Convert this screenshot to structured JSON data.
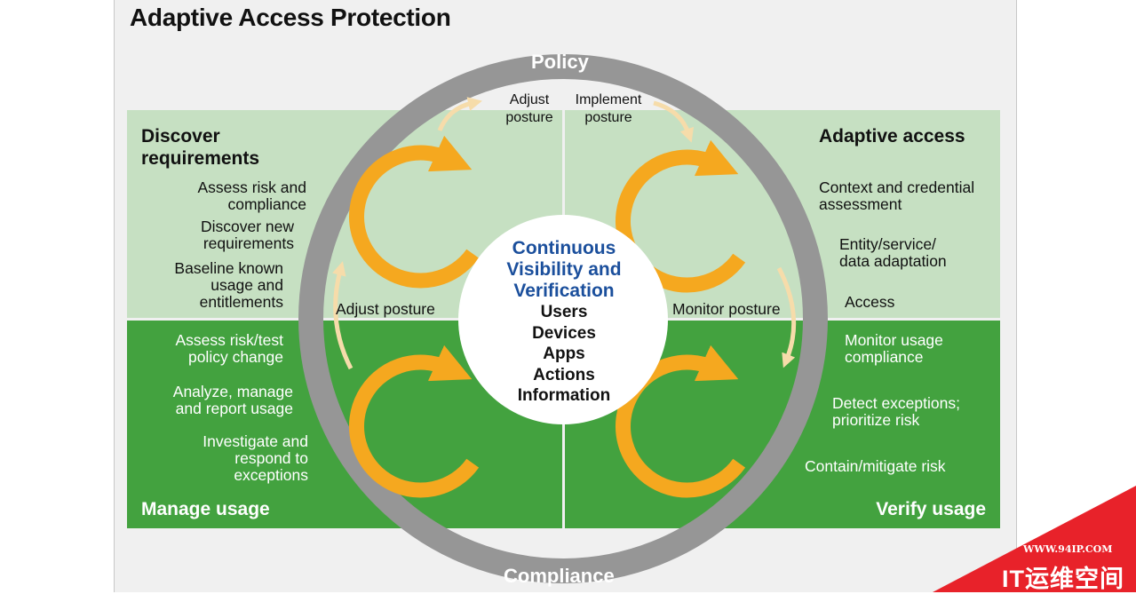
{
  "title": "Adaptive Access Protection",
  "ring": {
    "top_label": "Policy",
    "bottom_label": "Compliance"
  },
  "center": {
    "heading_lines": [
      "Continuous",
      "Visibility and",
      "Verification"
    ],
    "items": [
      "Users",
      "Devices",
      "Apps",
      "Actions",
      "Information"
    ]
  },
  "quadrants": {
    "discover": {
      "heading": [
        "Discover",
        "requirements"
      ],
      "items": [
        [
          "Assess risk and",
          "compliance"
        ],
        [
          "Discover new",
          "requirements"
        ],
        [
          "Baseline known",
          "usage and",
          "entitlements"
        ]
      ]
    },
    "adaptive": {
      "heading": [
        "Adaptive access"
      ],
      "items": [
        [
          "Context and credential",
          "assessment"
        ],
        [
          "Entity/service/",
          "data adaptation"
        ],
        [
          "Access"
        ]
      ]
    },
    "manage": {
      "heading": [
        "Manage usage"
      ],
      "items": [
        [
          "Assess risk/test",
          "policy change"
        ],
        [
          "Analyze, manage",
          "and report usage"
        ],
        [
          "Investigate and",
          "respond to",
          "exceptions"
        ]
      ]
    },
    "verify": {
      "heading": [
        "Verify usage"
      ],
      "items": [
        [
          "Monitor usage",
          "compliance"
        ],
        [
          "Detect exceptions;",
          "prioritize risk"
        ],
        [
          "Contain/mitigate risk"
        ]
      ]
    }
  },
  "transitions": {
    "adjust_top": [
      "Adjust",
      "posture"
    ],
    "implement_top": [
      "Implement",
      "posture"
    ],
    "adjust_left": "Adjust posture",
    "monitor_right": "Monitor posture"
  },
  "watermark": {
    "url": "WWW.94IP.COM",
    "brand": "IT运维空间"
  },
  "colors": {
    "quadrant_light": "#c6e0c2",
    "quadrant_dark": "#43a23f",
    "ring": "#969696",
    "cycle_arrow": "#f5a81f",
    "transition_arrow": "#f6dcaa",
    "center_heading": "#1b4f9c",
    "watermark": "#e8222a"
  }
}
